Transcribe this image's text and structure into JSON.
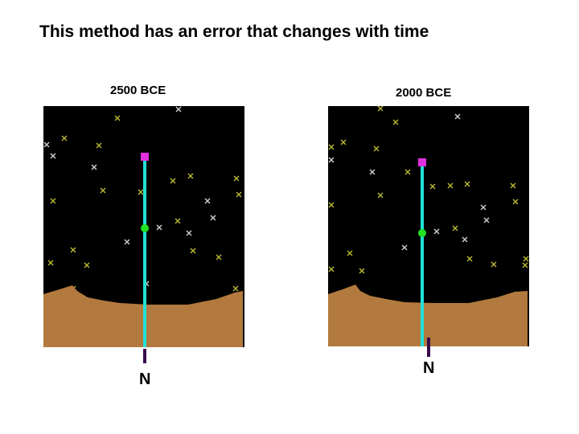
{
  "title": "This method has an error that changes with time",
  "panels": [
    {
      "label": "2500 BCE",
      "north_label": "N"
    },
    {
      "label": "2000 BCE",
      "north_label": "N"
    }
  ],
  "colors": {
    "sky": "#000000",
    "ground": "#b27a3e",
    "plumb_line": "#22e0d8",
    "top_star_marker": "#e030e0",
    "middle_star_marker": "#22e022",
    "north_marker": "#3a0a4a",
    "star_yellow": "#b8b832",
    "star_white": "#cfcfcf"
  }
}
